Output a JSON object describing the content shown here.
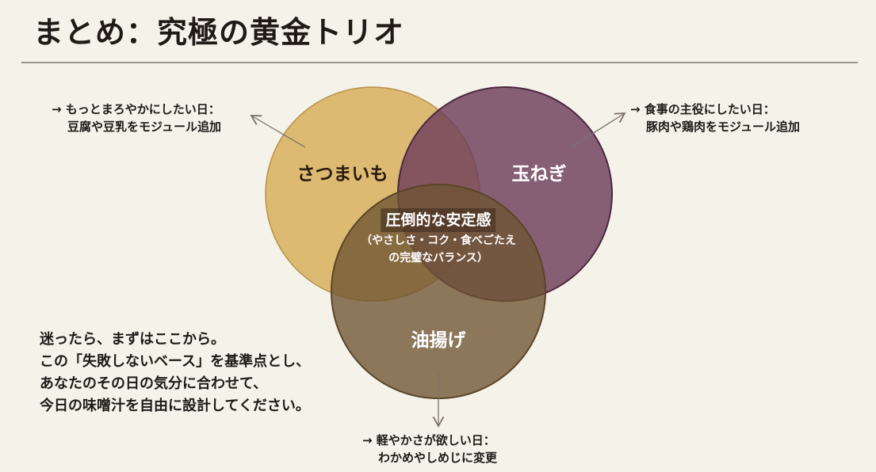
{
  "header": {
    "title": "まとめ：究極の黄金トリオ"
  },
  "venn": {
    "colors": {
      "background": "#f5f2ea",
      "sweet_potato": "#d9b566",
      "onion": "#7a4e68",
      "fried_tofu": "#7e6645"
    },
    "circles": [
      {
        "id": "sweet_potato",
        "label": "さつまいも"
      },
      {
        "id": "onion",
        "label": "玉ねぎ"
      },
      {
        "id": "fried_tofu",
        "label": "油揚げ"
      }
    ],
    "center": {
      "title": "圧倒的な安定感",
      "sub_line1": "（やさしさ・コク・食べごたえ",
      "sub_line2": "の完璧なバランス）"
    }
  },
  "notes": {
    "top_left": {
      "line1": "→ もっとまろやかにしたい日：",
      "line2": "豆腐や豆乳をモジュール追加"
    },
    "top_right": {
      "line1": "→ 食事の主役にしたい日：",
      "line2": "豚肉や鶏肉をモジュール追加"
    },
    "bottom": {
      "line1": "→ 軽やかさが欲しい日：",
      "line2": "わかめやしめじに変更"
    }
  },
  "summary": {
    "lines": [
      "迷ったら、まずはここから。",
      "この「失敗しないベース」を基準点とし、",
      "あなたのその日の気分に合わせて、",
      "今日の味噌汁を自由に設計してください。"
    ]
  }
}
